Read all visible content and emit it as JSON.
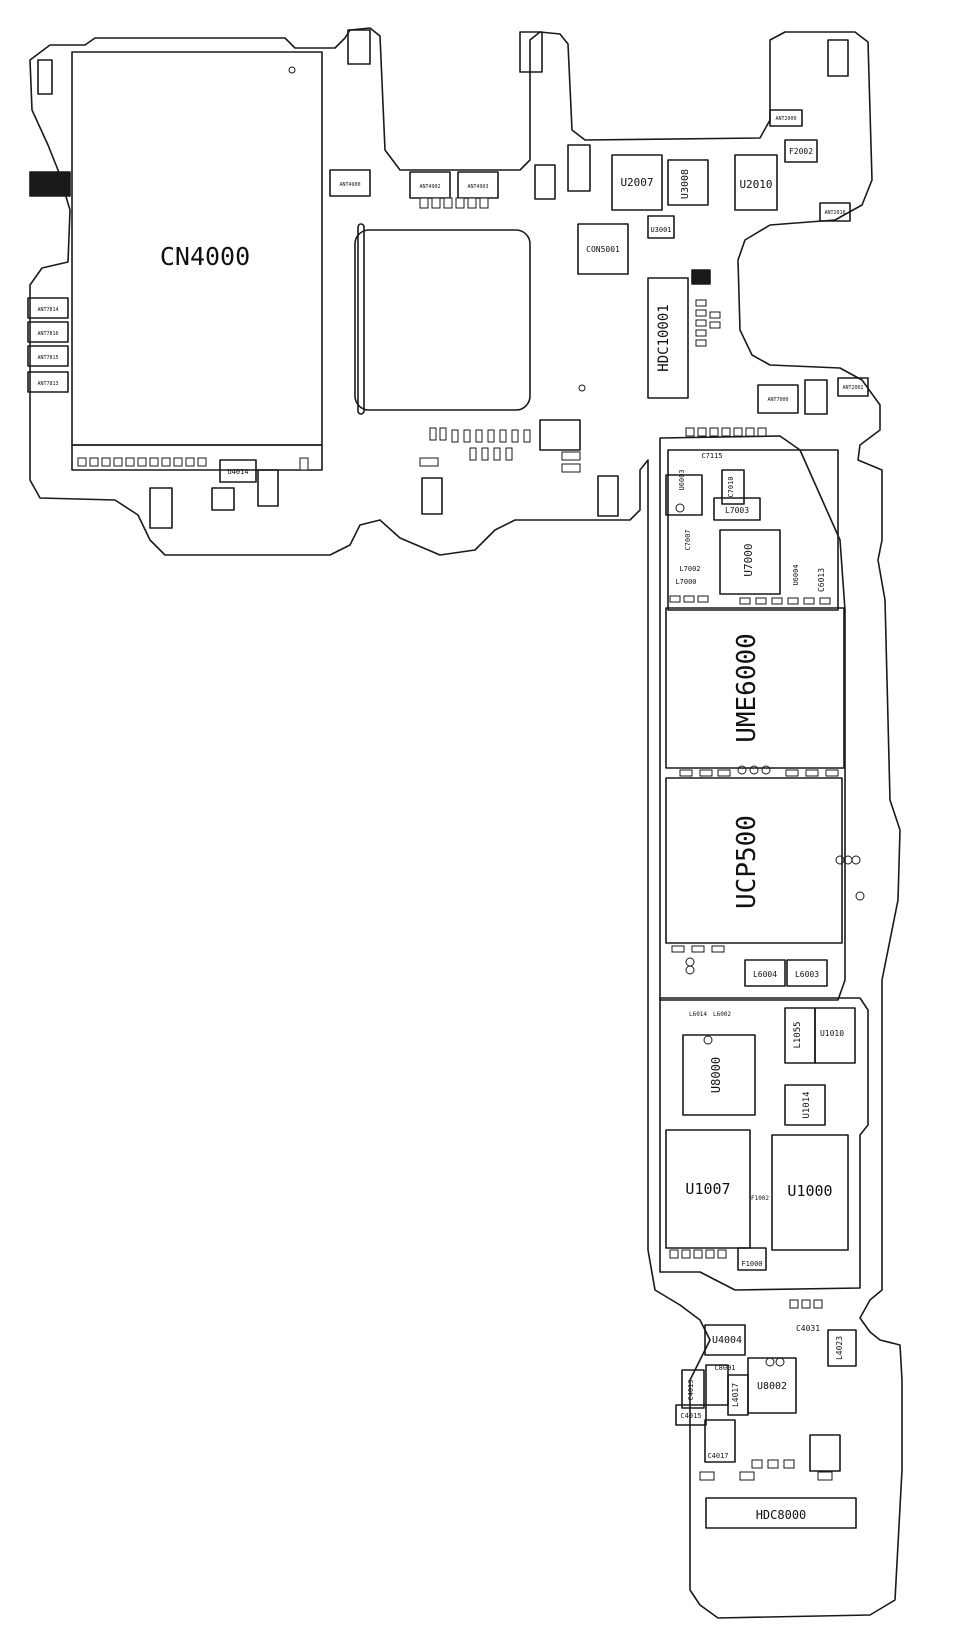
{
  "components": {
    "cn4000": "CN4000",
    "hdc10001": "HDC10001",
    "ume6000": "UME6000",
    "ucp500": "UCP500",
    "u2007": "U2007",
    "u3008": "U3008",
    "u2010": "U2010",
    "u3001": "U3001",
    "con5001": "CON5001",
    "u7000": "U7000",
    "l7003": "L7003",
    "c7115": "C7115",
    "c7010": "C7010",
    "l7002": "L7002",
    "l7000": "L7000",
    "c7007": "C7007",
    "u6003": "U6003",
    "u6004": "U6004",
    "c6013": "C6013",
    "u8000": "U8000",
    "l6004": "L6004",
    "l6003": "L6003",
    "l6014": "L6014",
    "l6002": "L6002",
    "l1055": "L1055",
    "u1010": "U1010",
    "u1014": "U1014",
    "u1007": "U1007",
    "u1000": "U1000",
    "f1000": "F1000",
    "f1002": "F1002",
    "u4004": "U4004",
    "c4031": "C4031",
    "l4023": "L4023",
    "c8001": "C8001",
    "u8002": "U8002",
    "l4017": "L4017",
    "c4013": "C4013",
    "c4015": "C4015",
    "c4017": "C4017",
    "hdc8000": "HDC8000",
    "u4014": "U4014",
    "ant7814": "ANT7814",
    "ant7816": "ANT7816",
    "ant7815": "ANT7815",
    "ant7813": "ANT7813",
    "ant2000": "ANT2000",
    "ant2002": "ANT2002",
    "ant2010": "ANT2010",
    "ant7000": "ANT7000",
    "ant4900": "ANT4900",
    "ant4902": "ANT4902",
    "ant4903": "ANT4903",
    "f2002": "F2002"
  }
}
